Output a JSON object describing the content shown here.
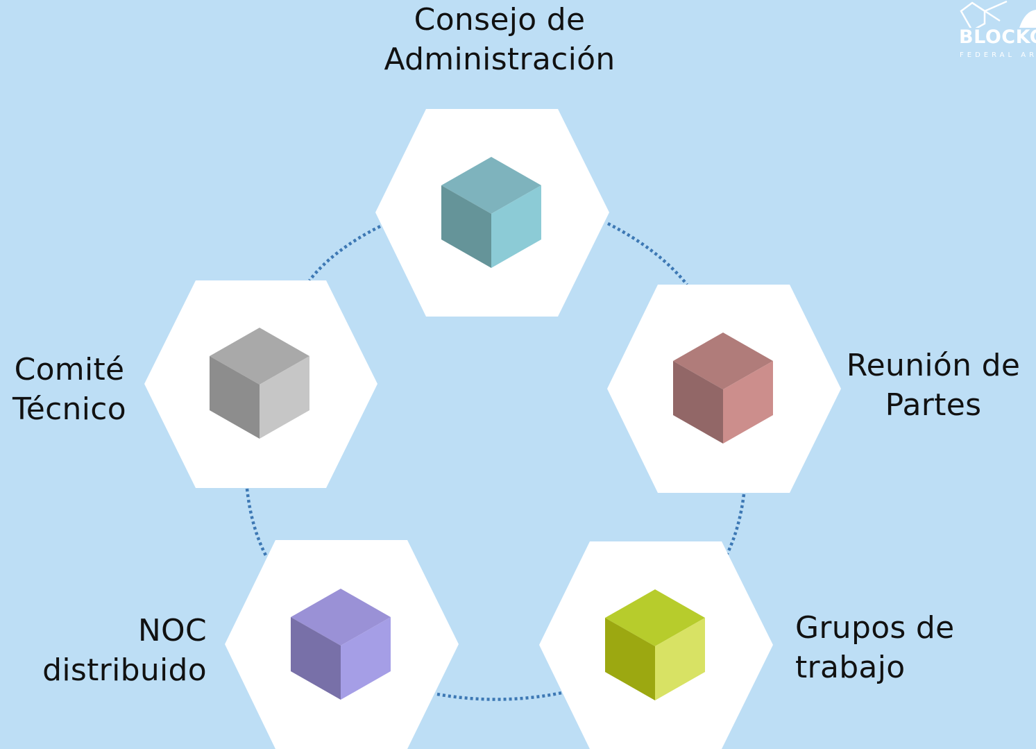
{
  "nodes": [
    {
      "id": "consejo",
      "lines": [
        "Consejo de",
        "Administración"
      ],
      "colors": {
        "top": "#7eb3bd",
        "left": "#659499",
        "right": "#8ccbd6"
      }
    },
    {
      "id": "reunion",
      "lines": [
        "Reunión de",
        "Partes"
      ],
      "colors": {
        "top": "#b07c7a",
        "left": "#926767",
        "right": "#cc8e8c"
      }
    },
    {
      "id": "grupos",
      "lines": [
        "Grupos de",
        "trabajo"
      ],
      "colors": {
        "top": "#b7cc2c",
        "left": "#9ca811",
        "right": "#d8e264"
      }
    },
    {
      "id": "noc",
      "lines": [
        "NOC",
        "distribuido"
      ],
      "colors": {
        "top": "#9a91d6",
        "left": "#7870a8",
        "right": "#a59ee6"
      }
    },
    {
      "id": "comite",
      "lines": [
        "Comité",
        "Técnico"
      ],
      "colors": {
        "top": "#a9a9a9",
        "left": "#8d8d8d",
        "right": "#c6c6c6"
      }
    }
  ],
  "logo": {
    "brand": "BLOCKCHAIN",
    "sub": "FEDERAL ARGENTINA"
  },
  "theme": {
    "background": "#bddef5",
    "hexagon": "#ffffff",
    "connector": "#3d78b4"
  }
}
